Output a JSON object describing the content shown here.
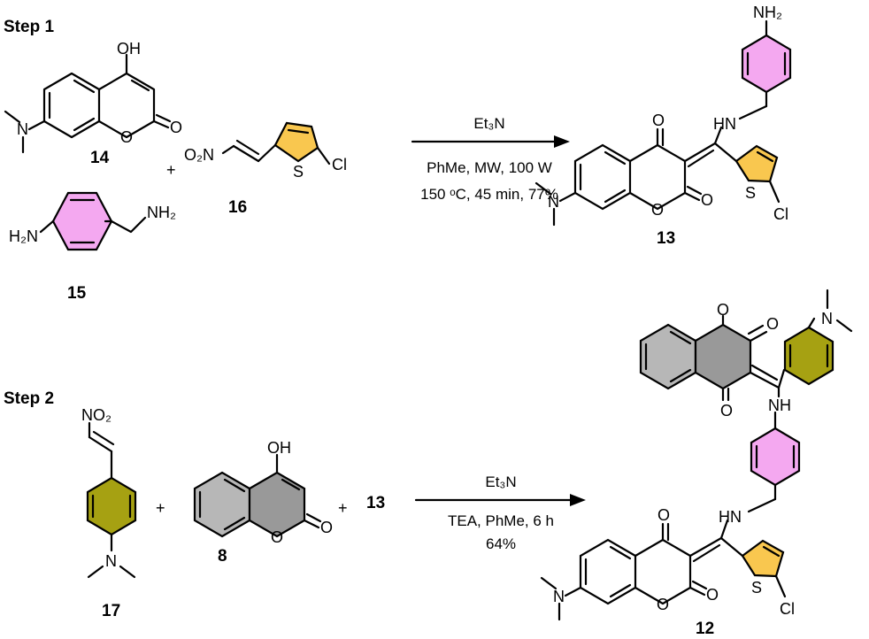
{
  "colors": {
    "thiophene": "#f9c74f",
    "aniline": "#f4a8f0",
    "dimethylaniline": "#a6a112",
    "coumarin_benzo": "#b7b7b7",
    "coumarin_pyranone": "#999999"
  },
  "step1": {
    "title": "Step 1",
    "plus": "+",
    "reagents": {
      "c14": {
        "number": "14",
        "oh": "OH",
        "ring_o": "O",
        "carbonyl_o": "O",
        "n": "N"
      },
      "c15": {
        "number": "15",
        "h2n": "H₂N",
        "nh2": "NH₂"
      },
      "c16": {
        "number": "16",
        "no2": "O₂N",
        "s": "S",
        "cl": "Cl"
      }
    },
    "conditions": {
      "line1": "Et₃N",
      "line2": "PhMe, MW, 100 W",
      "line3": "150 ᵒC, 45 min, 77%"
    },
    "product": {
      "number": "13",
      "nh2": "NH₂",
      "hn": "HN",
      "o_top": "O",
      "ring_o": "O",
      "carbonyl_o": "O",
      "n": "N",
      "s": "S",
      "cl": "Cl"
    }
  },
  "step2": {
    "title": "Step 2",
    "plus": "+",
    "reagents": {
      "c17": {
        "number": "17",
        "no2": "NO₂",
        "n": "N"
      },
      "c8": {
        "number": "8",
        "oh": "OH",
        "ring_o": "O",
        "carbonyl_o": "O"
      },
      "c13": {
        "number": "13"
      }
    },
    "conditions": {
      "line1": "Et₃N",
      "line2": "TEA, PhMe, 6 h",
      "line3": "64%"
    },
    "product": {
      "number": "12",
      "top_ring_o": "O",
      "top_carbonyl_o": "O",
      "top_keto_o": "O",
      "n_top": "N",
      "nh": "NH",
      "hn": "HN",
      "o_keto": "O",
      "ring_o": "O",
      "carbonyl_o": "O",
      "n": "N",
      "s": "S",
      "cl": "Cl"
    }
  }
}
